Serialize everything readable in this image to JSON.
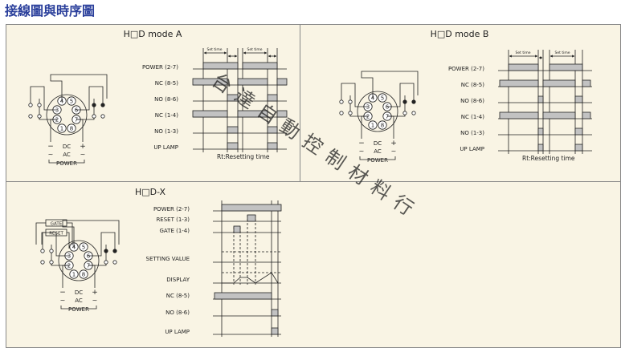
{
  "page": {
    "title": "接線圖與時序圖"
  },
  "panels": {
    "mode_a": {
      "title": "H□D mode A",
      "set_time": "Set time",
      "rt_note": "Rt:Resetting time",
      "signals": [
        "POWER (2-7)",
        "NC (8-5)",
        "NO (8-6)",
        "NC (1-4)",
        "NO (1-3)",
        "UP LAMP"
      ],
      "pins": [
        "4",
        "5",
        "6",
        "3",
        "7",
        "2",
        "1",
        "8"
      ],
      "dc": "DC",
      "ac": "AC",
      "power": "POWER",
      "plus": "+",
      "minus": "−",
      "tilde": "~"
    },
    "mode_b": {
      "title": "H□D mode B",
      "set_time": "Set time",
      "rt_note": "Rt:Resetting time",
      "signals": [
        "POWER (2-7)",
        "NC (8-5)",
        "NO (8-6)",
        "NC (1-4)",
        "NO (1-3)",
        "UP LAMP"
      ],
      "pins": [
        "4",
        "5",
        "6",
        "3",
        "7",
        "2",
        "1",
        "8"
      ],
      "dc": "DC",
      "ac": "AC",
      "power": "POWER",
      "plus": "+",
      "minus": "−",
      "tilde": "~"
    },
    "mode_x": {
      "title": "H□D-X",
      "gate": "GATE",
      "reset": "RESET",
      "signals": [
        "POWER (2-7)",
        "RESET (1-3)",
        "GATE (1-4)",
        "SETTING VALUE",
        "DISPLAY",
        "NC (8-5)",
        "NO (8-6)",
        "UP LAMP"
      ],
      "pins": [
        "4",
        "5",
        "6",
        "3",
        "7",
        "2",
        "1",
        "8"
      ],
      "dc": "DC",
      "ac": "AC",
      "power": "POWER",
      "plus": "+",
      "minus": "−",
      "tilde": "~"
    }
  },
  "watermark": "台達自動控制材料行",
  "colors": {
    "title": "#2a3f9b",
    "panel_bg": "#f9f4e4",
    "bar_fill": "#c2c2c2",
    "watermark": "#e6a6b4"
  }
}
